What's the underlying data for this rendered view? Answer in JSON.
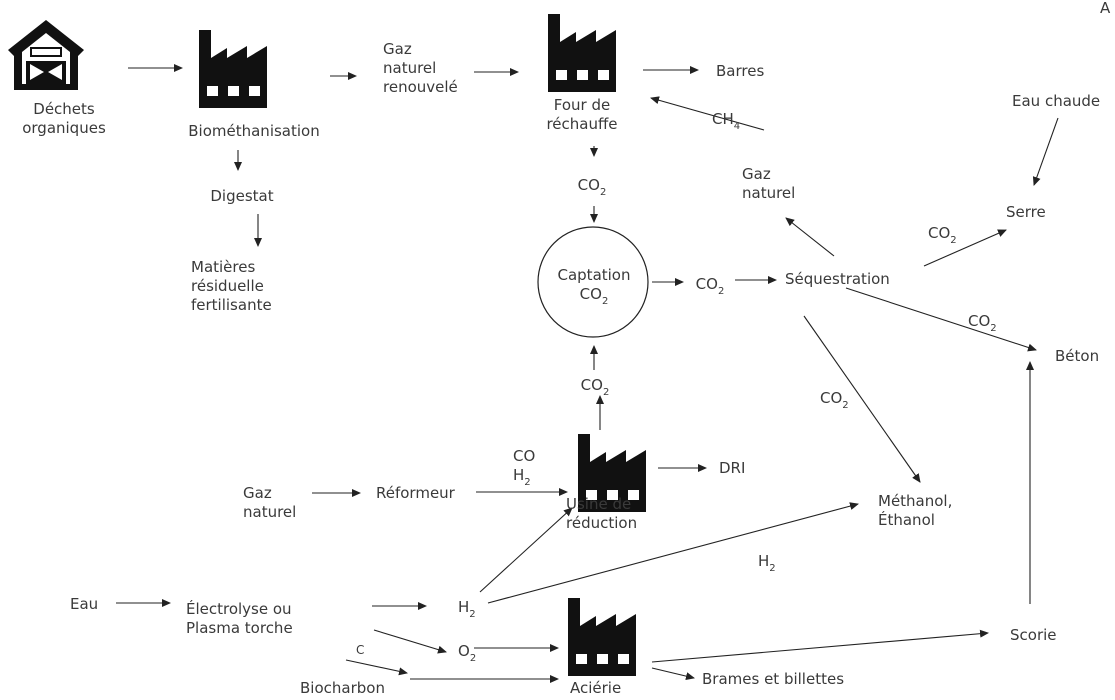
{
  "corner_text": "A",
  "nodes": [
    {
      "id": "dechets",
      "lines": [
        "Déchets",
        "organiques"
      ]
    },
    {
      "id": "biomethanisation",
      "lines": [
        "Biométhanisation"
      ]
    },
    {
      "id": "digestat",
      "lines": [
        "Digestat"
      ]
    },
    {
      "id": "matieres",
      "lines": [
        "Matières",
        "résiduelle",
        "fertilisante"
      ]
    },
    {
      "id": "gnr",
      "lines": [
        "Gaz",
        "naturel",
        "renouvelé"
      ]
    },
    {
      "id": "four",
      "lines": [
        "Four de",
        "réchauffe"
      ]
    },
    {
      "id": "barres",
      "lines": [
        "Barres"
      ]
    },
    {
      "id": "co2_four",
      "lines": [
        "CO_2"
      ]
    },
    {
      "id": "captation",
      "lines": [
        "Captation",
        "CO_2"
      ]
    },
    {
      "id": "co2_cap",
      "lines": [
        "CO_2"
      ]
    },
    {
      "id": "sequestration",
      "lines": [
        "Séquestration"
      ]
    },
    {
      "id": "gaz_naturel_top",
      "lines": [
        "Gaz",
        "naturel"
      ]
    },
    {
      "id": "eau_chaude",
      "lines": [
        "Eau chaude"
      ]
    },
    {
      "id": "serre",
      "lines": [
        "Serre"
      ]
    },
    {
      "id": "beton",
      "lines": [
        "Béton"
      ]
    },
    {
      "id": "co2_usine",
      "lines": [
        "CO_2"
      ]
    },
    {
      "id": "usine",
      "lines": [
        "Usine de",
        "réduction"
      ]
    },
    {
      "id": "dri",
      "lines": [
        "DRI"
      ]
    },
    {
      "id": "gaz_naturel_bot",
      "lines": [
        "Gaz",
        "naturel"
      ]
    },
    {
      "id": "reformeur",
      "lines": [
        "Réformeur"
      ]
    },
    {
      "id": "methanol",
      "lines": [
        "Méthanol,",
        "Éthanol"
      ]
    },
    {
      "id": "eau",
      "lines": [
        "Eau"
      ]
    },
    {
      "id": "electrolyse",
      "lines": [
        "Électrolyse ou",
        "Plasma torche"
      ]
    },
    {
      "id": "h2_node",
      "lines": [
        "H_2"
      ]
    },
    {
      "id": "o2_node",
      "lines": [
        "O_2"
      ]
    },
    {
      "id": "scorie",
      "lines": [
        "Scorie"
      ]
    },
    {
      "id": "acierie",
      "lines": [
        "Aciérie"
      ]
    },
    {
      "id": "brames",
      "lines": [
        "Brames et billettes"
      ]
    },
    {
      "id": "biocharbon",
      "lines": [
        "Biocharbon"
      ]
    }
  ],
  "edge_labels": [
    {
      "id": "ch4",
      "text": "CH_4"
    },
    {
      "id": "co2_serre",
      "text": "CO_2"
    },
    {
      "id": "co2_beton",
      "text": "CO_2"
    },
    {
      "id": "co2_methanol",
      "text": "CO_2"
    },
    {
      "id": "co_h2",
      "lines": [
        "CO",
        "H_2"
      ]
    },
    {
      "id": "h2_methanol",
      "text": "H_2"
    },
    {
      "id": "c_label",
      "text": "C"
    }
  ]
}
